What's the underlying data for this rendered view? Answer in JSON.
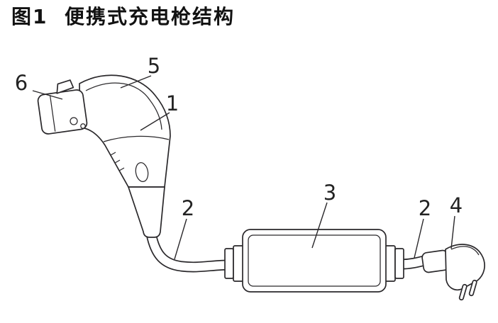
{
  "figure": {
    "title": "图1  便携式充电枪结构"
  },
  "diagram": {
    "callouts": {
      "c1": "1",
      "c2a": "2",
      "c2b": "2",
      "c3": "3",
      "c4": "4",
      "c5": "5",
      "c6": "6"
    }
  },
  "colors": {
    "line": "#2a282b",
    "background": "#ffffff"
  }
}
